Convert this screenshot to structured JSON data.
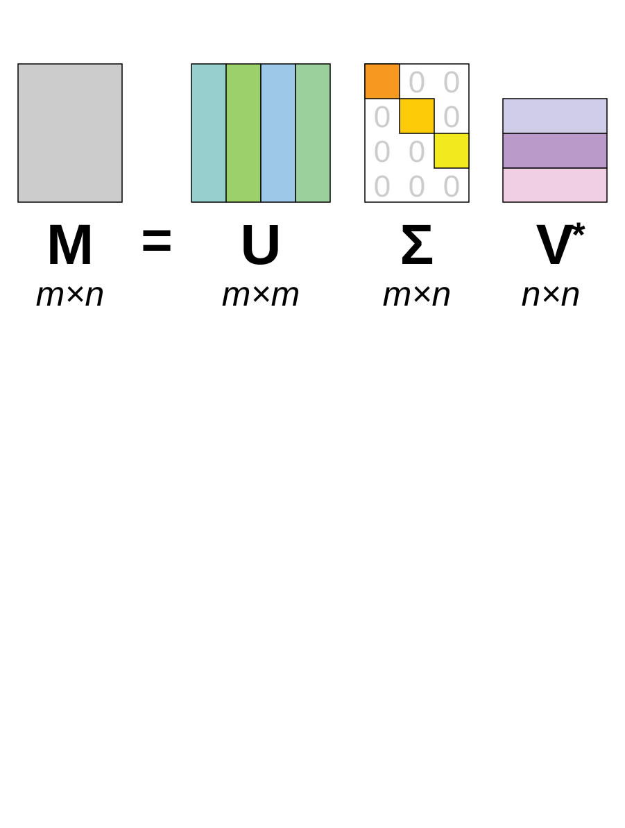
{
  "matrices": {
    "m": {
      "symbol": "M",
      "dims": "m×n",
      "fill": "#cccccc"
    },
    "equals": "=",
    "u": {
      "symbol": "U",
      "dims": "m×m",
      "column_colors": [
        "#96cfcd",
        "#9cd06a",
        "#9ec8e8",
        "#9bcf9b"
      ]
    },
    "sigma": {
      "symbol": "Σ",
      "dims": "m×n",
      "zero": "0",
      "diagonal_colors": [
        "#f7991f",
        "#fecb08",
        "#f2ea1d"
      ]
    },
    "v": {
      "symbol": "V",
      "superscript": "*",
      "dims": "n×n",
      "row_colors": [
        "#cfcde7",
        "#b99ac8",
        "#f1cfe3"
      ]
    }
  }
}
